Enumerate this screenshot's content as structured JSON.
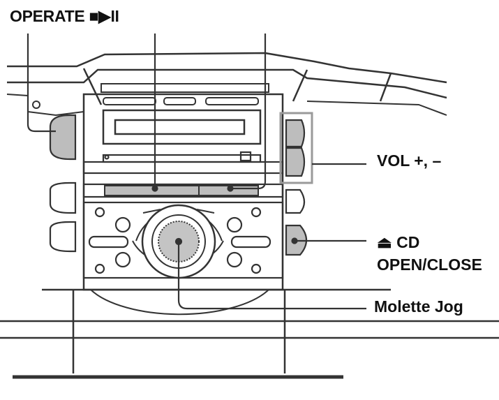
{
  "labels": {
    "operate": "OPERATE ■▶II",
    "vol": "VOL +, –",
    "cd_eject_symbol": "⏏",
    "cd_line1": "CD",
    "cd_line2": "OPEN/CLOSE",
    "jog": "Molette Jog"
  },
  "colors": {
    "line": "#333333",
    "button_fill": "#bdbdbd",
    "highlight_box": "#9a9a9a",
    "jog_fill": "#c4c4c4"
  }
}
